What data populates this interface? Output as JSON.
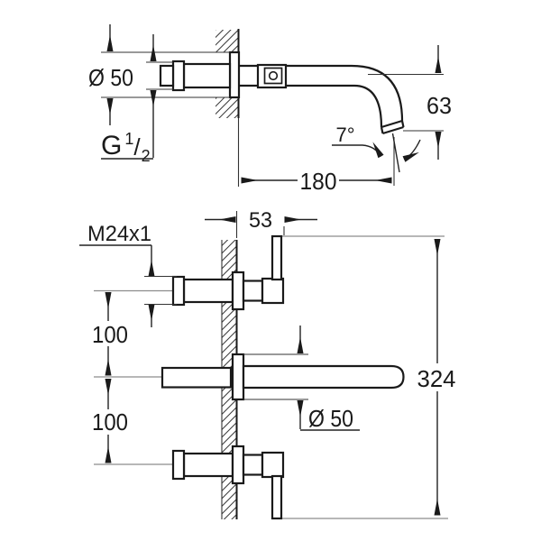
{
  "page": {
    "background": "#ffffff",
    "ink": "#1a1a1a",
    "ref_ink": "#8c8c8c",
    "description": "Two-view technical installation drawing of a wall-mounted 3-hole basin mixer"
  },
  "views": {
    "top": {
      "name": "Spout side section view",
      "dims": {
        "flange_diameter": "Ø 50",
        "thread_g": {
          "prefix": "G",
          "numerator": "1",
          "slash": "/",
          "denominator": "2"
        },
        "outlet_drop": "63",
        "outlet_angle": "7°",
        "reach": "180"
      }
    },
    "bottom": {
      "name": "Front installation view",
      "dims": {
        "handle_projection": "53",
        "valve_thread": "M24x1",
        "upper_center_distance": "100",
        "lower_center_distance": "100",
        "escutcheon_diameter": "Ø 50",
        "overall_span": "324"
      }
    }
  }
}
